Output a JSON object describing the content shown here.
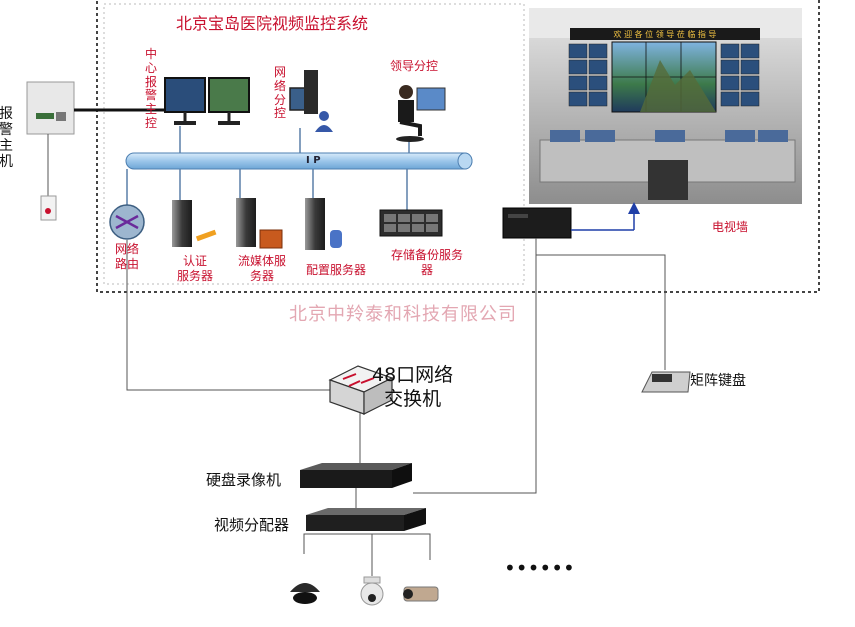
{
  "title": "北京宝岛医院视频监控系统",
  "watermark": "北京中羚泰和科技有限公司",
  "alarm_host": {
    "label_chars": [
      "报",
      "警",
      "主",
      "机"
    ]
  },
  "center_alarm": {
    "label_chars": [
      "中",
      "心",
      "报",
      "警",
      "主",
      "控"
    ]
  },
  "network_control": {
    "label_chars": [
      "网",
      "络",
      "分",
      "控"
    ]
  },
  "leader_control": {
    "label": "领导分控"
  },
  "ip_bus": {
    "label": "I P"
  },
  "router": {
    "label_line1": "网络",
    "label_line2": "路由"
  },
  "auth_server": {
    "label_line1": "认证",
    "label_line2": "服务器"
  },
  "stream_server": {
    "label_line1": "流媒体服",
    "label_line2": "务器"
  },
  "config_server": {
    "label": "配置服务器"
  },
  "storage_server": {
    "label_line1": "存储备份服务",
    "label_line2": "器"
  },
  "video_wall": {
    "label": "电视墙",
    "banner": "欢 迎 各 位 领 导 莅 临 指 导"
  },
  "switch": {
    "label_line1": "48口网络",
    "label_line2": "交换机"
  },
  "matrix_keyboard": {
    "label": "矩阵键盘"
  },
  "dvr": {
    "label": "硬盘录像机"
  },
  "video_distributor": {
    "label": "视频分配器"
  },
  "more_dots": "••••••",
  "colors": {
    "red_text": "#c8102e",
    "bus_blue": "#9cc6ea",
    "frame_border": "#444444",
    "line": "#555555",
    "blue_arrow": "#1f3fa8"
  }
}
